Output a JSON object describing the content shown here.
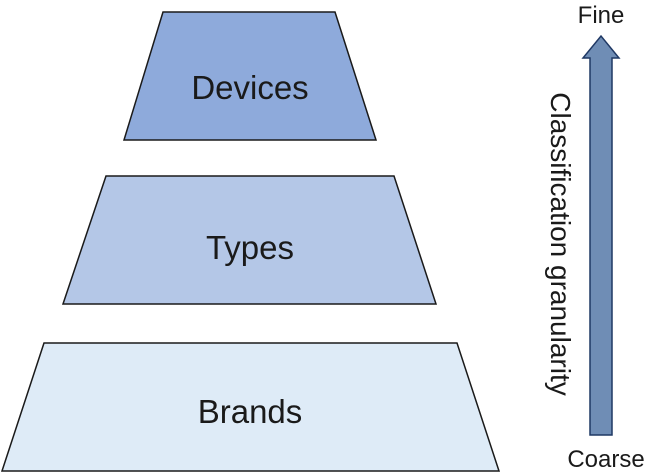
{
  "tiers": [
    {
      "label": "Devices",
      "fill": "#8eaadb"
    },
    {
      "label": "Types",
      "fill": "#b4c7e7"
    },
    {
      "label": "Brands",
      "fill": "#deebf7"
    }
  ],
  "axis": {
    "title": "Classification granularity",
    "top_label": "Fine",
    "bottom_label": "Coarse",
    "arrow_fill": "#6f8db5",
    "arrow_stroke": "#1f3864"
  },
  "outline_color": "#1a1a1a"
}
